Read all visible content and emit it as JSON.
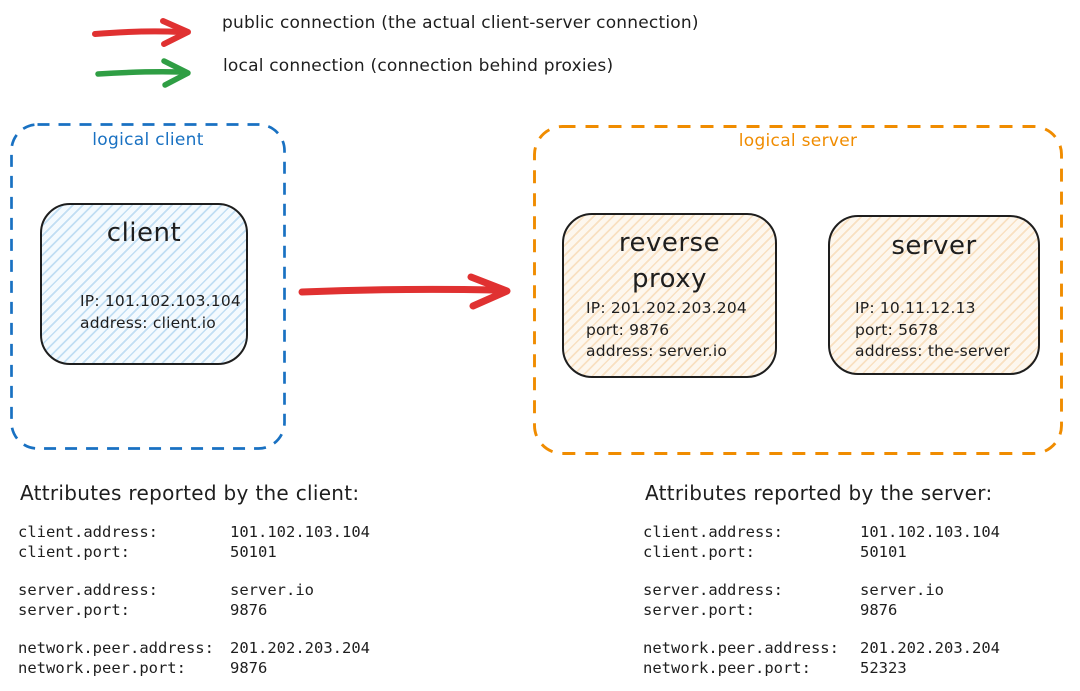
{
  "legend": {
    "public": {
      "label": "public connection (the actual client-server connection)",
      "color": "#e03131"
    },
    "local": {
      "label": "local connection (connection behind proxies)",
      "color": "#2f9e44"
    }
  },
  "logical_client": {
    "label": "logical client",
    "border_color": "#1971c2",
    "client_node": {
      "title": "client",
      "line1": "IP: 101.102.103.104",
      "line2": "address: client.io"
    }
  },
  "connection": {
    "type": "public connection",
    "color": "#e03131"
  },
  "logical_server": {
    "label": "logical server",
    "border_color": "#f08c00",
    "proxy_node": {
      "title": "reverse proxy",
      "line1": "IP: 201.202.203.204",
      "line2": "port: 9876",
      "line3": "address: server.io"
    },
    "server_node": {
      "title": "server",
      "line1": "IP: 10.11.12.13",
      "line2": "port: 5678",
      "line3": "address: the-server"
    }
  },
  "client_report": {
    "heading": "Attributes reported by the client:",
    "rows": [
      {
        "key": "client.address:",
        "value": "101.102.103.104"
      },
      {
        "key": "client.port:",
        "value": "50101"
      },
      {
        "key": "server.address:",
        "value": "server.io"
      },
      {
        "key": "server.port:",
        "value": "9876"
      },
      {
        "key": "network.peer.address:",
        "value": "201.202.203.204"
      },
      {
        "key": "network.peer.port:",
        "value": "9876"
      }
    ]
  },
  "server_report": {
    "heading": "Attributes reported by the server:",
    "rows": [
      {
        "key": "client.address:",
        "value": "101.102.103.104"
      },
      {
        "key": "client.port:",
        "value": "50101"
      },
      {
        "key": "server.address:",
        "value": "server.io"
      },
      {
        "key": "server.port:",
        "value": "9876"
      },
      {
        "key": "network.peer.address:",
        "value": "201.202.203.204"
      },
      {
        "key": "network.peer.port:",
        "value": "52323"
      }
    ]
  }
}
